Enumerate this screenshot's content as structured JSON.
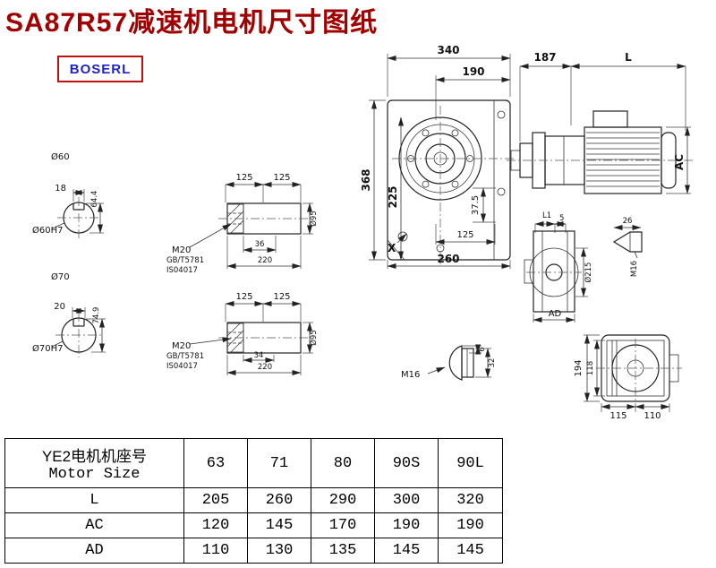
{
  "title": "SA87R57减速机电机尺寸图纸",
  "logo": "BOSERL",
  "drawing": {
    "main_view": {
      "dim_340": "340",
      "dim_190": "190",
      "dim_368": "368",
      "dim_225": "225",
      "dim_375": "37.5",
      "dim_125": "125",
      "dim_260": "260",
      "marker_x": "X"
    },
    "motor_view": {
      "dim_187": "187",
      "dim_L": "L",
      "dim_AC": "AC"
    },
    "shaft_60": {
      "label": "Ø60",
      "key_w": "18",
      "h": "64.4",
      "bore": "Ø60H7"
    },
    "shaft_70": {
      "label": "Ø70",
      "key_w": "20",
      "h": "74.9",
      "bore": "Ø70H7"
    },
    "detail_1": {
      "dim_125a": "125",
      "dim_125b": "125",
      "thread": "M20",
      "std1": "GB/T5781",
      "std2": "IS04017",
      "key_len": "36",
      "len": "220",
      "dia": "Ø95"
    },
    "detail_2": {
      "dim_125a": "125",
      "dim_125b": "125",
      "thread": "M20",
      "std1": "GB/T5781",
      "std2": "IS04017",
      "key_len": "34",
      "len": "220",
      "dia": "Ø95"
    },
    "side_view": {
      "dim_L1": "L1",
      "dim_5": "5",
      "dim_215": "Ø215",
      "dim_AD": "AD"
    },
    "plug_view": {
      "dim_26": "26",
      "thread": "M16"
    },
    "breather_view": {
      "dim_6": "6",
      "dim_32": "32",
      "thread": "M16"
    },
    "rear_view": {
      "dim_194": "194",
      "dim_118": "118",
      "dim_115": "115",
      "dim_110": "110"
    }
  },
  "table": {
    "header_line1": "YE2电机机座号",
    "header_line2": "Motor Size",
    "col_headers": [
      "63",
      "71",
      "80",
      "90S",
      "90L"
    ],
    "rows": [
      {
        "label": "L",
        "values": [
          "205",
          "260",
          "290",
          "300",
          "320"
        ]
      },
      {
        "label": "AC",
        "values": [
          "120",
          "145",
          "170",
          "190",
          "190"
        ]
      },
      {
        "label": "AD",
        "values": [
          "110",
          "130",
          "135",
          "145",
          "145"
        ]
      }
    ]
  }
}
